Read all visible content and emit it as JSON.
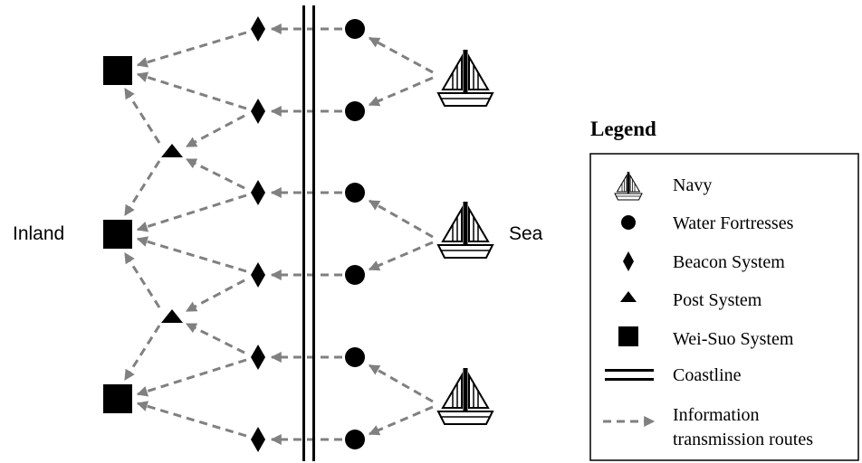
{
  "labels": {
    "inland": "Inland",
    "sea": "Sea"
  },
  "legend": {
    "title": "Legend",
    "items": {
      "navy": "Navy",
      "water_fortresses": "Water Fortresses",
      "beacon_system": "Beacon System",
      "post_system": "Post System",
      "wei_suo_system": "Wei-Suo System",
      "coastline": "Coastline",
      "routes_line1": "Information",
      "routes_line2": "transmission routes"
    }
  },
  "colors": {
    "symbol": "#000000",
    "route": "#808080"
  }
}
